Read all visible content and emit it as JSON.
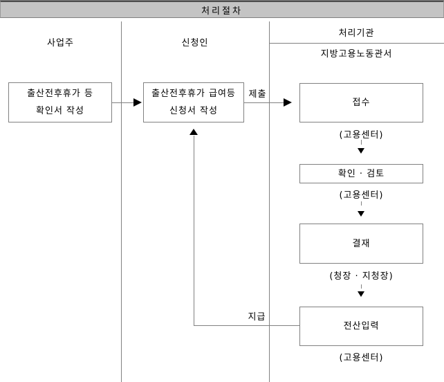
{
  "title": "처리절차",
  "header": {
    "col1": "사업주",
    "col2": "신청인",
    "col3_top": "처리기관",
    "col3_bottom": "지방고용노동관서"
  },
  "flow": {
    "employer_box": {
      "line1": "출산전후휴가 등",
      "line2": "확인서 작성"
    },
    "applicant_box": {
      "line1": "출산전후휴가 급여등",
      "line2": "신청서 작성"
    },
    "submit_label": "제출",
    "pay_label": "지급",
    "steps": [
      {
        "label": "접수",
        "note": "(고용센터)"
      },
      {
        "label": "확인 · 검토",
        "note": "(고용센터)"
      },
      {
        "label": "결재",
        "note": "(청장 · 지청장)"
      },
      {
        "label": "전산입력",
        "note": "(고용센터)"
      }
    ]
  },
  "colors": {
    "line": "#808080",
    "band_fill": "#c4c4c4",
    "band_top_border": "#4d4d4d",
    "arrow": "#000000",
    "text": "#000000",
    "background": "#ffffff"
  }
}
